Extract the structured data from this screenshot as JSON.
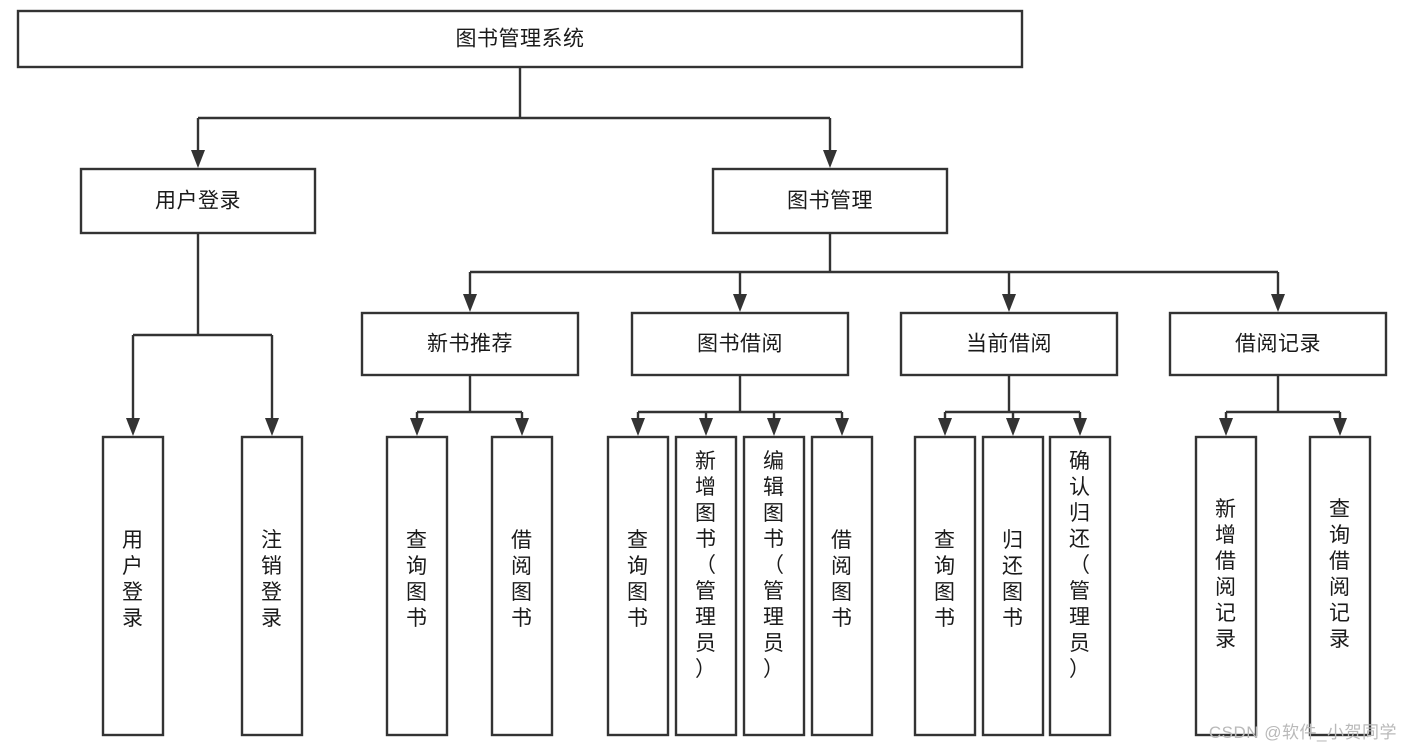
{
  "diagram": {
    "type": "tree-hierarchy",
    "title": "图书管理系统",
    "watermark": "CSDN @软件_小贺同学",
    "colors": {
      "stroke": "#333333",
      "fill": "#ffffff",
      "text": "#1a1a1a",
      "watermark": "#b9b9b9"
    },
    "levels": {
      "level1": [
        {
          "id": "root",
          "label": "图书管理系统"
        }
      ],
      "level2": [
        {
          "id": "user-login",
          "label": "用户登录",
          "parent": "root"
        },
        {
          "id": "book-manage",
          "label": "图书管理",
          "parent": "root"
        }
      ],
      "level3": [
        {
          "id": "new-book-recommend",
          "label": "新书推荐",
          "parent": "book-manage"
        },
        {
          "id": "book-borrow",
          "label": "图书借阅",
          "parent": "book-manage"
        },
        {
          "id": "current-borrow",
          "label": "当前借阅",
          "parent": "book-manage"
        },
        {
          "id": "borrow-record",
          "label": "借阅记录",
          "parent": "book-manage"
        }
      ],
      "leaves": [
        {
          "id": "leaf-user-login",
          "label": "用户登录",
          "parent": "user-login"
        },
        {
          "id": "leaf-logout",
          "label": "注销登录",
          "parent": "user-login"
        },
        {
          "id": "leaf-query-book-1",
          "label": "查询图书",
          "parent": "new-book-recommend"
        },
        {
          "id": "leaf-borrow-book-1",
          "label": "借阅图书",
          "parent": "new-book-recommend"
        },
        {
          "id": "leaf-query-book-2",
          "label": "查询图书",
          "parent": "book-borrow"
        },
        {
          "id": "leaf-add-book",
          "label": "新增图书（管理员）",
          "parent": "book-borrow"
        },
        {
          "id": "leaf-edit-book",
          "label": "编辑图书（管理员）",
          "parent": "book-borrow"
        },
        {
          "id": "leaf-borrow-book-2",
          "label": "借阅图书",
          "parent": "book-borrow"
        },
        {
          "id": "leaf-query-book-3",
          "label": "查询图书",
          "parent": "current-borrow"
        },
        {
          "id": "leaf-return-book",
          "label": "归还图书",
          "parent": "current-borrow"
        },
        {
          "id": "leaf-confirm-return",
          "label": "确认归还（管理员）",
          "parent": "current-borrow"
        },
        {
          "id": "leaf-add-record",
          "label": "新增借阅记录",
          "parent": "borrow-record"
        },
        {
          "id": "leaf-query-record",
          "label": "查询借阅记录",
          "parent": "borrow-record"
        }
      ]
    }
  }
}
